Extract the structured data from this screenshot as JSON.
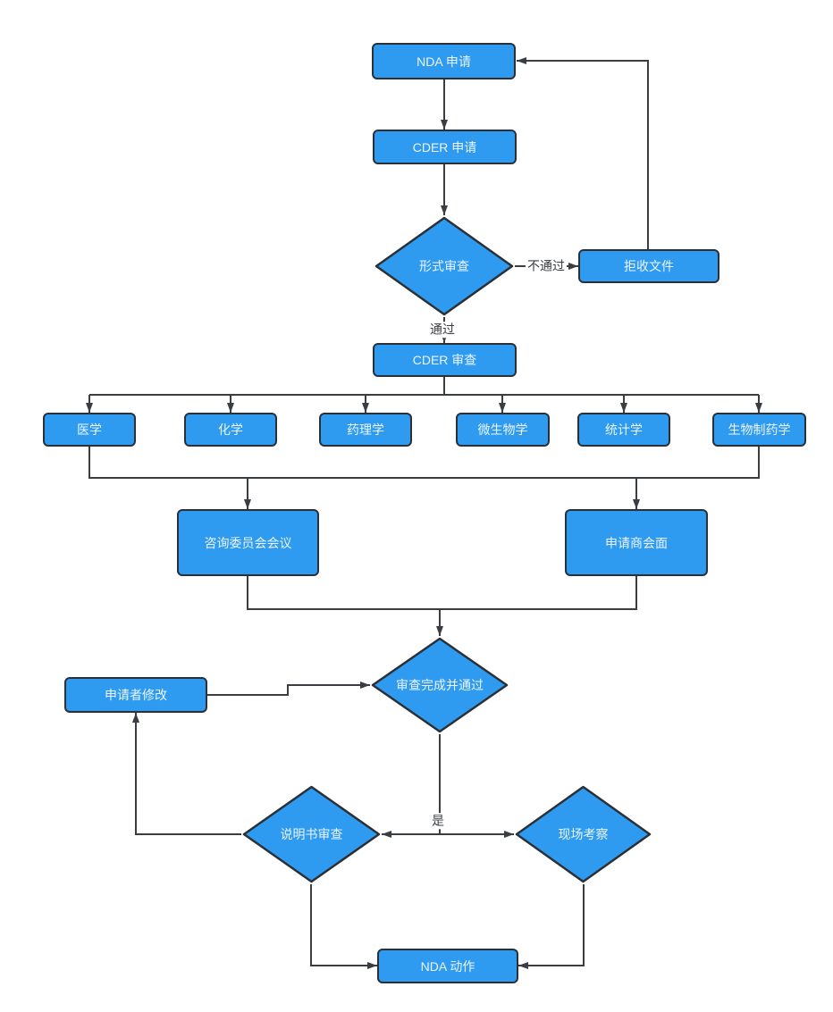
{
  "nodes": {
    "nda_application": {
      "label": "NDA 申请"
    },
    "cder_application": {
      "label": "CDER 申请"
    },
    "format_review": {
      "label": "形式审查"
    },
    "reject_documents": {
      "label": "拒收文件"
    },
    "cder_review": {
      "label": "CDER 审查"
    },
    "medicine": {
      "label": "医学"
    },
    "chemistry": {
      "label": "化学"
    },
    "pharmacology": {
      "label": "药理学"
    },
    "microbiology": {
      "label": "微生物学"
    },
    "statistics": {
      "label": "统计学"
    },
    "biopharmaceutics": {
      "label": "生物制药学"
    },
    "advisory_committee_meeting": {
      "label": "咨询委员会会议"
    },
    "applicant_meeting": {
      "label": "申请商会面"
    },
    "review_complete_passed": {
      "label": "审查完成并通过"
    },
    "applicant_modification": {
      "label": "申请者修改"
    },
    "label_review": {
      "label": "说明书审查"
    },
    "site_inspection": {
      "label": "现场考察"
    },
    "nda_action": {
      "label": "NDA 动作"
    }
  },
  "edge_labels": {
    "fail": "不通过",
    "pass": "通过",
    "yes": "是"
  },
  "colors": {
    "background": "#ffffff",
    "node_fill": "#2e9bf0",
    "node_border": "#2b3036",
    "node_text": "#ecf5ff",
    "connector": "#3a3e43",
    "edge_label_text": "#3a3e43"
  }
}
